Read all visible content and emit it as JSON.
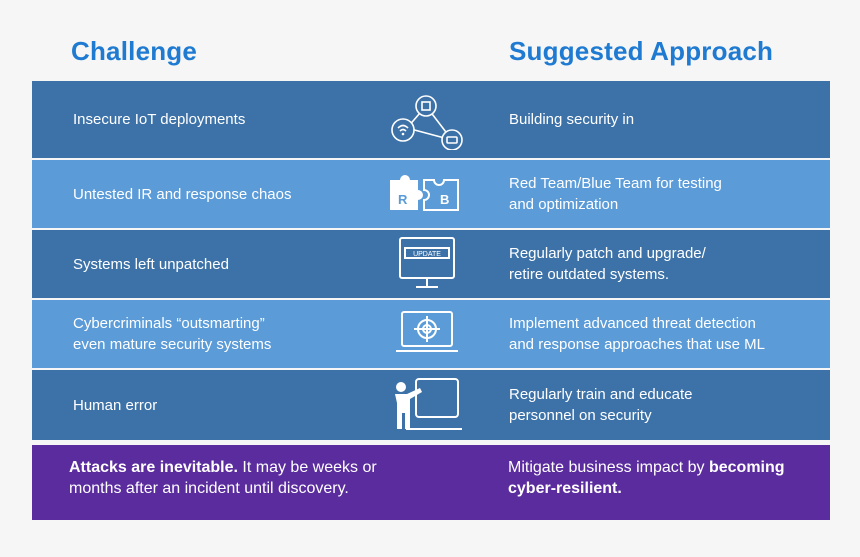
{
  "headers": {
    "challenge": "Challenge",
    "approach": "Suggested Approach"
  },
  "rows": [
    {
      "challenge": "Insecure IoT deployments",
      "icon": "iot-network-icon",
      "approach": "Building security in"
    },
    {
      "challenge": "Untested IR and response chaos",
      "icon": "puzzle-red-blue-icon",
      "icon_labels": [
        "R",
        "B"
      ],
      "approach": "Red Team/Blue Team for testing\nand optimization"
    },
    {
      "challenge": "Systems left unpatched",
      "icon": "update-monitor-icon",
      "icon_labels": [
        "UPDATE"
      ],
      "approach": "Regularly patch and upgrade/\nretire outdated systems."
    },
    {
      "challenge": "Cybercriminals “outsmarting”\neven mature security systems",
      "icon": "laptop-target-icon",
      "approach": "Implement advanced threat detection\nand response approaches that use ML"
    },
    {
      "challenge": "Human error",
      "icon": "presenter-board-icon",
      "approach": "Regularly train and educate\npersonnel on security"
    }
  ],
  "footer": {
    "left_bold": "Attacks are inevitable.",
    "left_rest": " It may be weeks or months after an incident until discovery.",
    "right_rest": "Mitigate business impact by ",
    "right_bold": "becoming cyber-resilient."
  },
  "colors": {
    "header": "#1f7ad1",
    "row_dark": "#3d72a8",
    "row_light": "#5a9bd8",
    "footer": "#5b2c9e"
  }
}
